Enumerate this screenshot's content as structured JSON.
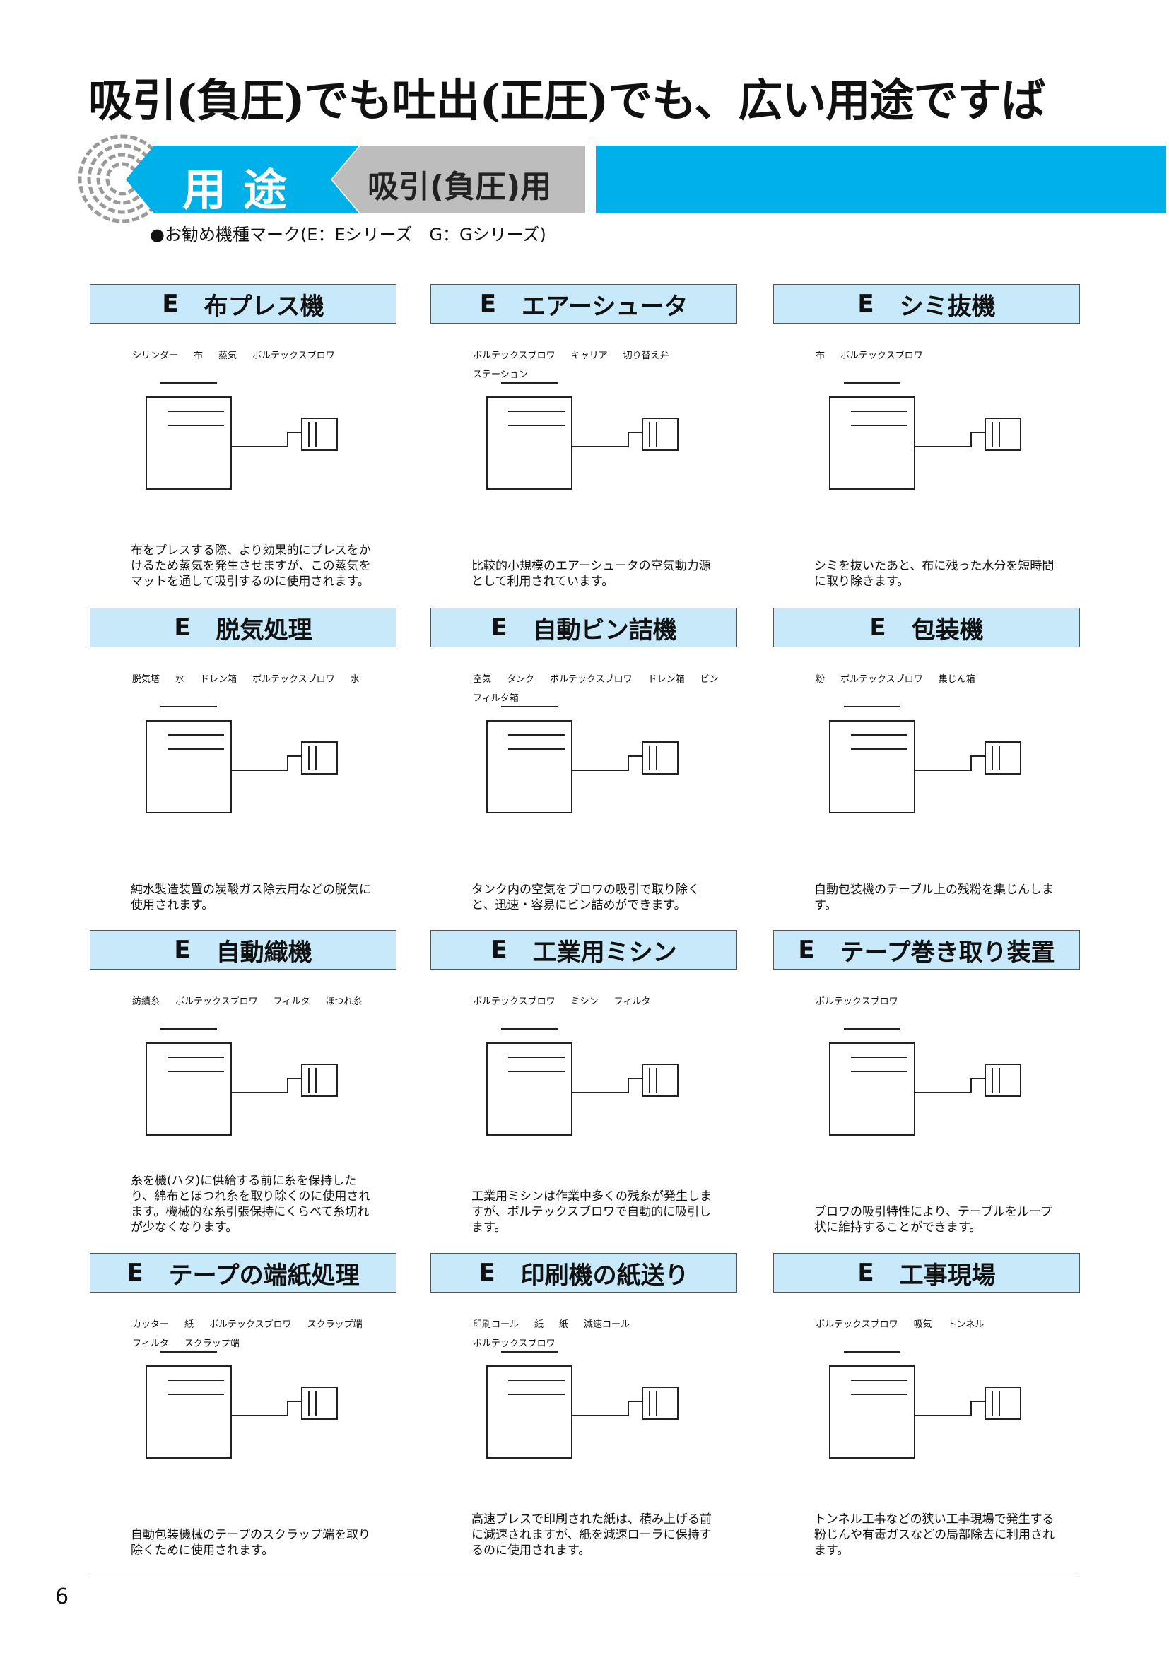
{
  "title": "吸引(負圧)でも吐出(正圧)でも、広い用途ですば",
  "banner": {
    "main": "用途",
    "sub": "吸引(負圧)用"
  },
  "legend": "●お勧め機種マーク(E：Eシリーズ　G：Gシリーズ)",
  "items": [
    {
      "mark": "E",
      "name": "布プレス機",
      "labels": [
        "シリンダー",
        "布",
        "蒸気",
        "ボルテックスブロワ"
      ],
      "caption": "布をプレスする際、より効果的にプレスをかけるため蒸気を発生させますが、この蒸気をマットを通して吸引するのに使用されます。"
    },
    {
      "mark": "E",
      "name": "エアーシュータ",
      "labels": [
        "ボルテックスブロワ",
        "キャリア",
        "切り替え弁",
        "ステーション"
      ],
      "caption": "比較的小規模のエアーシュータの空気動力源として利用されています。"
    },
    {
      "mark": "E",
      "name": "シミ抜機",
      "labels": [
        "布",
        "ボルテックスブロワ"
      ],
      "caption": "シミを抜いたあと、布に残った水分を短時間に取り除きます。"
    },
    {
      "mark": "E",
      "name": "脱気処理",
      "labels": [
        "脱気塔",
        "水",
        "ドレン箱",
        "ボルテックスブロワ",
        "水"
      ],
      "caption": "純水製造装置の炭酸ガス除去用などの脱気に使用されます。"
    },
    {
      "mark": "E",
      "name": "自動ビン詰機",
      "labels": [
        "空気",
        "タンク",
        "ボルテックスブロワ",
        "ドレン箱",
        "ビン",
        "フィルタ箱"
      ],
      "caption": "タンク内の空気をブロワの吸引で取り除くと、迅速・容易にビン詰めができます。"
    },
    {
      "mark": "E",
      "name": "包装機",
      "labels": [
        "粉",
        "ボルテックスブロワ",
        "集じん箱"
      ],
      "caption": "自動包装機のテーブル上の残粉を集じんします。"
    },
    {
      "mark": "E",
      "name": "自動織機",
      "labels": [
        "紡績糸",
        "ボルテックスブロワ",
        "フィルタ",
        "ほつれ糸"
      ],
      "caption": "糸を機(ハタ)に供給する前に糸を保持したり、綿布とほつれ糸を取り除くのに使用されます。機械的な糸引張保持にくらべて糸切れが少なくなります。"
    },
    {
      "mark": "E",
      "name": "工業用ミシン",
      "labels": [
        "ボルテックスブロワ",
        "ミシン",
        "フィルタ"
      ],
      "caption": "工業用ミシンは作業中多くの残糸が発生しますが、ボルテックスブロワで自動的に吸引します。"
    },
    {
      "mark": "E",
      "name": "テープ巻き取り装置",
      "labels": [
        "ボルテックスブロワ"
      ],
      "caption": "ブロワの吸引特性により、テーブルをループ状に維持することができます。"
    },
    {
      "mark": "E",
      "name": "テープの端紙処理",
      "labels": [
        "カッター",
        "紙",
        "ボルテックスブロワ",
        "スクラップ端",
        "フィルタ",
        "スクラップ端"
      ],
      "caption": "自動包装機械のテープのスクラップ端を取り除くために使用されます。"
    },
    {
      "mark": "E",
      "name": "印刷機の紙送り",
      "labels": [
        "印刷ロール",
        "紙",
        "紙",
        "減速ロール",
        "ボルテックスブロワ"
      ],
      "caption": "高速プレスで印刷された紙は、積み上げる前に減速されますが、紙を減速ローラに保持するのに使用されます。"
    },
    {
      "mark": "E",
      "name": "工事現場",
      "labels": [
        "ボルテックスブロワ",
        "吸気",
        "トンネル"
      ],
      "caption": "トンネル工事などの狭い工事現場で発生する粉じんや有毒ガスなどの局部除去に利用されます。"
    }
  ],
  "page_number": "6"
}
